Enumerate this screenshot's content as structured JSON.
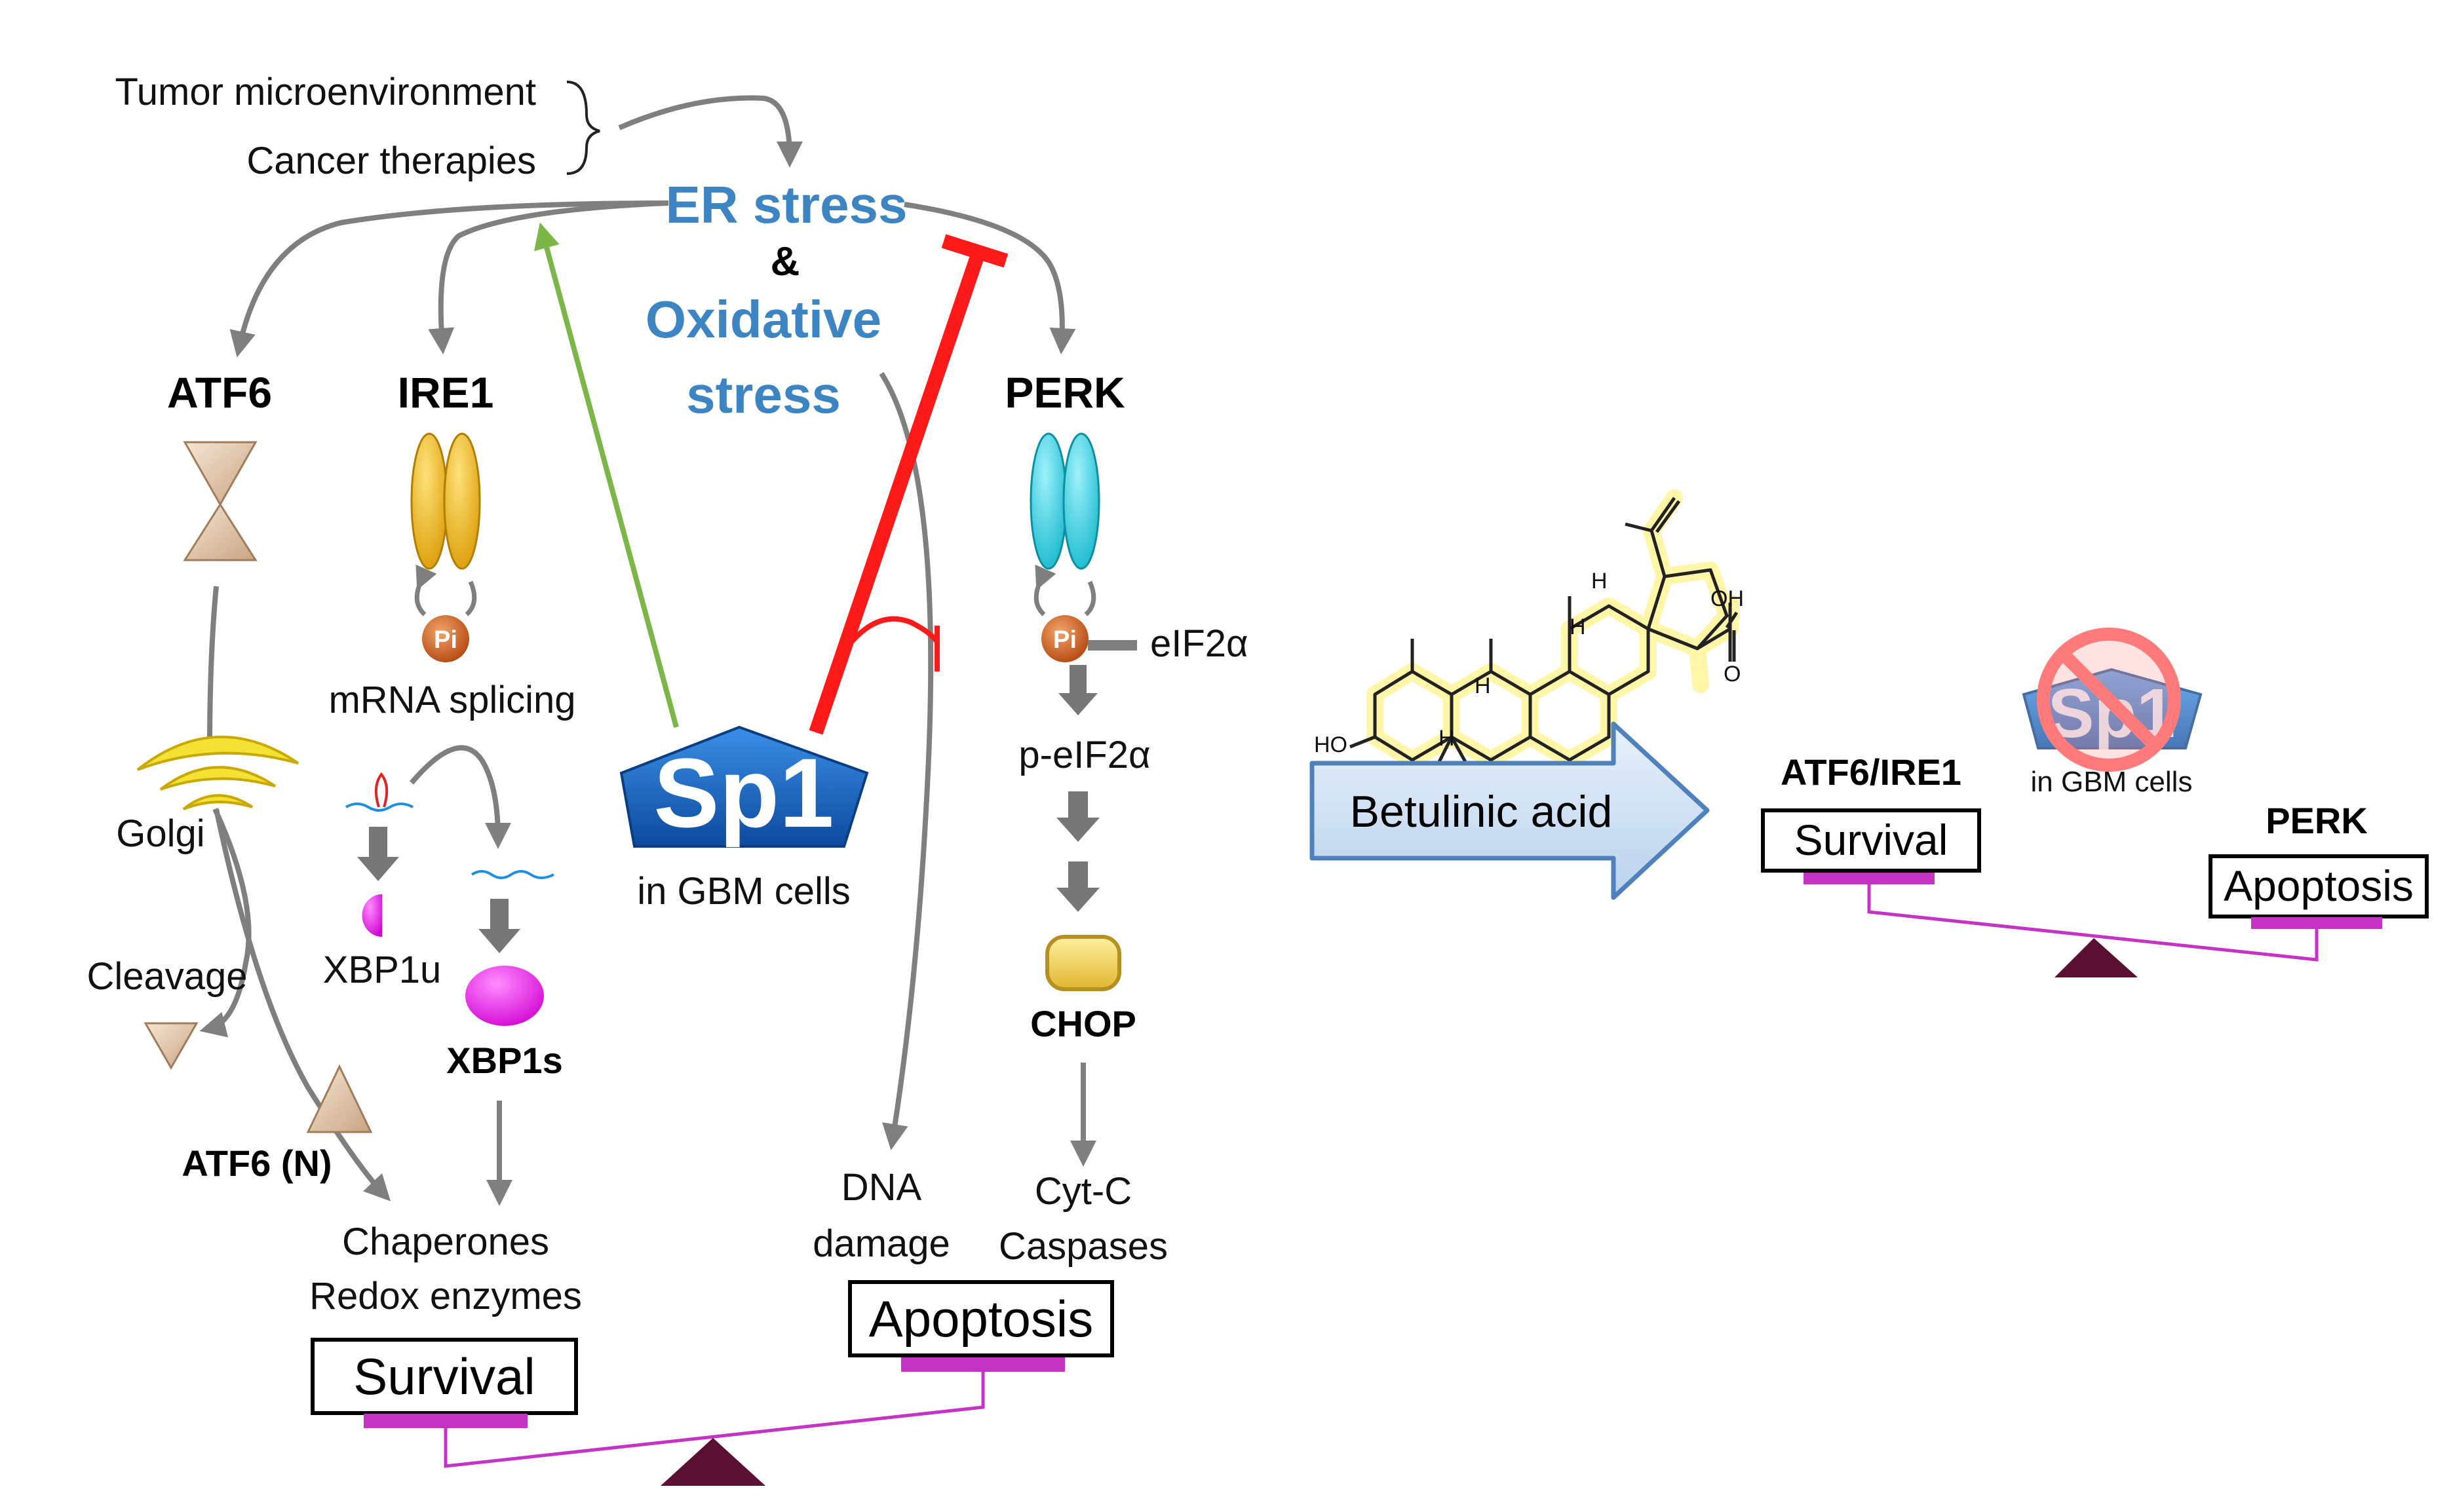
{
  "inputs": {
    "tumor_microenvironment": "Tumor microenvironment",
    "cancer_therapies": "Cancer therapies"
  },
  "stress": {
    "er_stress": "ER stress",
    "amp": "&",
    "oxidative": "Oxidative",
    "stress_word": "stress"
  },
  "branches": {
    "atf6": "ATF6",
    "ire1": "IRE1",
    "perk": "PERK"
  },
  "atf6_path": {
    "golgi": "Golgi",
    "cleavage": "Cleavage",
    "atf6n": "ATF6 (N)"
  },
  "ire1_path": {
    "pi": "Pi",
    "mrna_splicing": "mRNA splicing",
    "xbp1u": "XBP1u",
    "xbp1s": "XBP1s"
  },
  "survival_outputs": {
    "chaperones": "Chaperones",
    "redox": "Redox enzymes",
    "survival": "Survival"
  },
  "sp1": {
    "label": "Sp1",
    "caption": "in GBM cells"
  },
  "perk_path": {
    "pi": "Pi",
    "eif2a": "eIF2α",
    "p_eif2a": "p-eIF2α",
    "chop": "CHOP",
    "cytc": "Cyt-C",
    "caspases": "Caspases"
  },
  "apoptosis_outputs": {
    "dna": "DNA",
    "damage": "damage",
    "apoptosis": "Apoptosis"
  },
  "drug": {
    "name": "Betulinic acid",
    "chem_oh": "OH",
    "chem_o": "O",
    "chem_ho": "HO",
    "chem_h": "H"
  },
  "right_panel": {
    "sp1_label": "Sp1",
    "sp1_caption": "in GBM cells",
    "atf6_ire1": "ATF6/IRE1",
    "survival": "Survival",
    "perk": "PERK",
    "apoptosis": "Apoptosis"
  },
  "colors": {
    "stress_blue": "#3d84c2",
    "inhibit_red": "#ff1a1a",
    "activate_green": "#7ab648",
    "balance_magenta": "#c433c4",
    "fulcrum": "#5a1030",
    "sp1_blue": "#1a5fb4",
    "ire1_gold": "#f2b705",
    "perk_cyan": "#22d3e6"
  }
}
